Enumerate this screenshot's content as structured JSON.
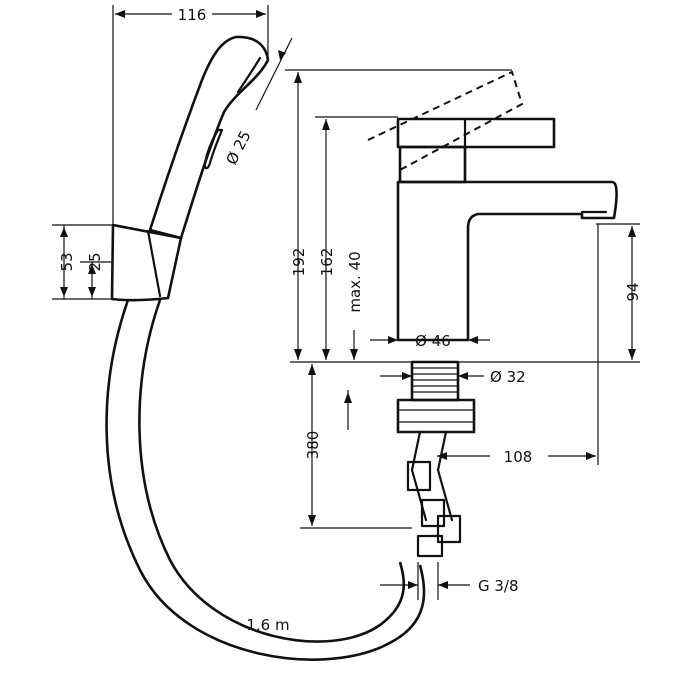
{
  "dimensions": {
    "shower_width": "116",
    "shower_head_dia": "Ø 25",
    "holder_total": "53",
    "holder_part": "25",
    "total_height": "192",
    "outlet_height": "162",
    "max_thickness": "max. 40",
    "spout_height": "94",
    "body_dia": "Ø 46",
    "thread_dia": "Ø 32",
    "hose_length_below": "380",
    "spout_reach": "108",
    "connection_thread": "G 3/8",
    "hose_length": "1,6 m"
  }
}
